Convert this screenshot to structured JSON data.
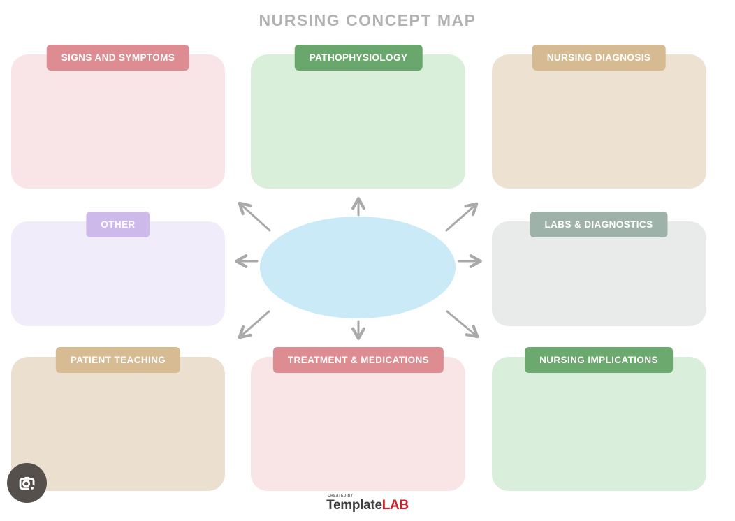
{
  "title": "NURSING CONCEPT MAP",
  "boxes": [
    {
      "id": "signs-and-symptoms",
      "label": "SIGNS AND SYMPTOMS",
      "header_color": "#dd8c92",
      "fill_color": "#f9e5e7"
    },
    {
      "id": "pathophysiology",
      "label": "PATHOPHYSIOLOGY",
      "header_color": "#6aa76c",
      "fill_color": "#d9efda"
    },
    {
      "id": "nursing-diagnosis",
      "label": "NURSING DIAGNOSIS",
      "header_color": "#d6bb92",
      "fill_color": "#ede2d1"
    },
    {
      "id": "other",
      "label": "OTHER",
      "header_color": "#cebaea",
      "fill_color": "#f1ecfa"
    },
    {
      "id": "labs-and-diagnostics",
      "label": "LABS & DIAGNOSTICS",
      "header_color": "#9fb2a9",
      "fill_color": "#e8ebe9"
    },
    {
      "id": "patient-teaching",
      "label": "PATIENT TEACHING",
      "header_color": "#d6bb93",
      "fill_color": "#ebe0cf"
    },
    {
      "id": "treatment-medications",
      "label": "TREATMENT & MEDICATIONS",
      "header_color": "#dd8d92",
      "fill_color": "#f9e4e6"
    },
    {
      "id": "nursing-implications",
      "label": "NURSING IMPLICATIONS",
      "header_color": "#6ba96e",
      "fill_color": "#d9efdb"
    }
  ],
  "center_ellipse": {
    "fill_color": "#c9eaf6"
  },
  "arrows": {
    "color": "#a9a9a9",
    "directions": [
      "up",
      "up-right",
      "right",
      "down-right",
      "down",
      "down-left",
      "left",
      "up-left"
    ]
  },
  "footer": {
    "created_by": "CREATED BY",
    "brand_name": "Template",
    "brand_suffix": "LAB",
    "brand_name_color": "#3f3f3f",
    "brand_suffix_color": "#cb2128"
  },
  "camera_button": {
    "icon": "camera-lens-icon",
    "background_color": "#55504b"
  }
}
